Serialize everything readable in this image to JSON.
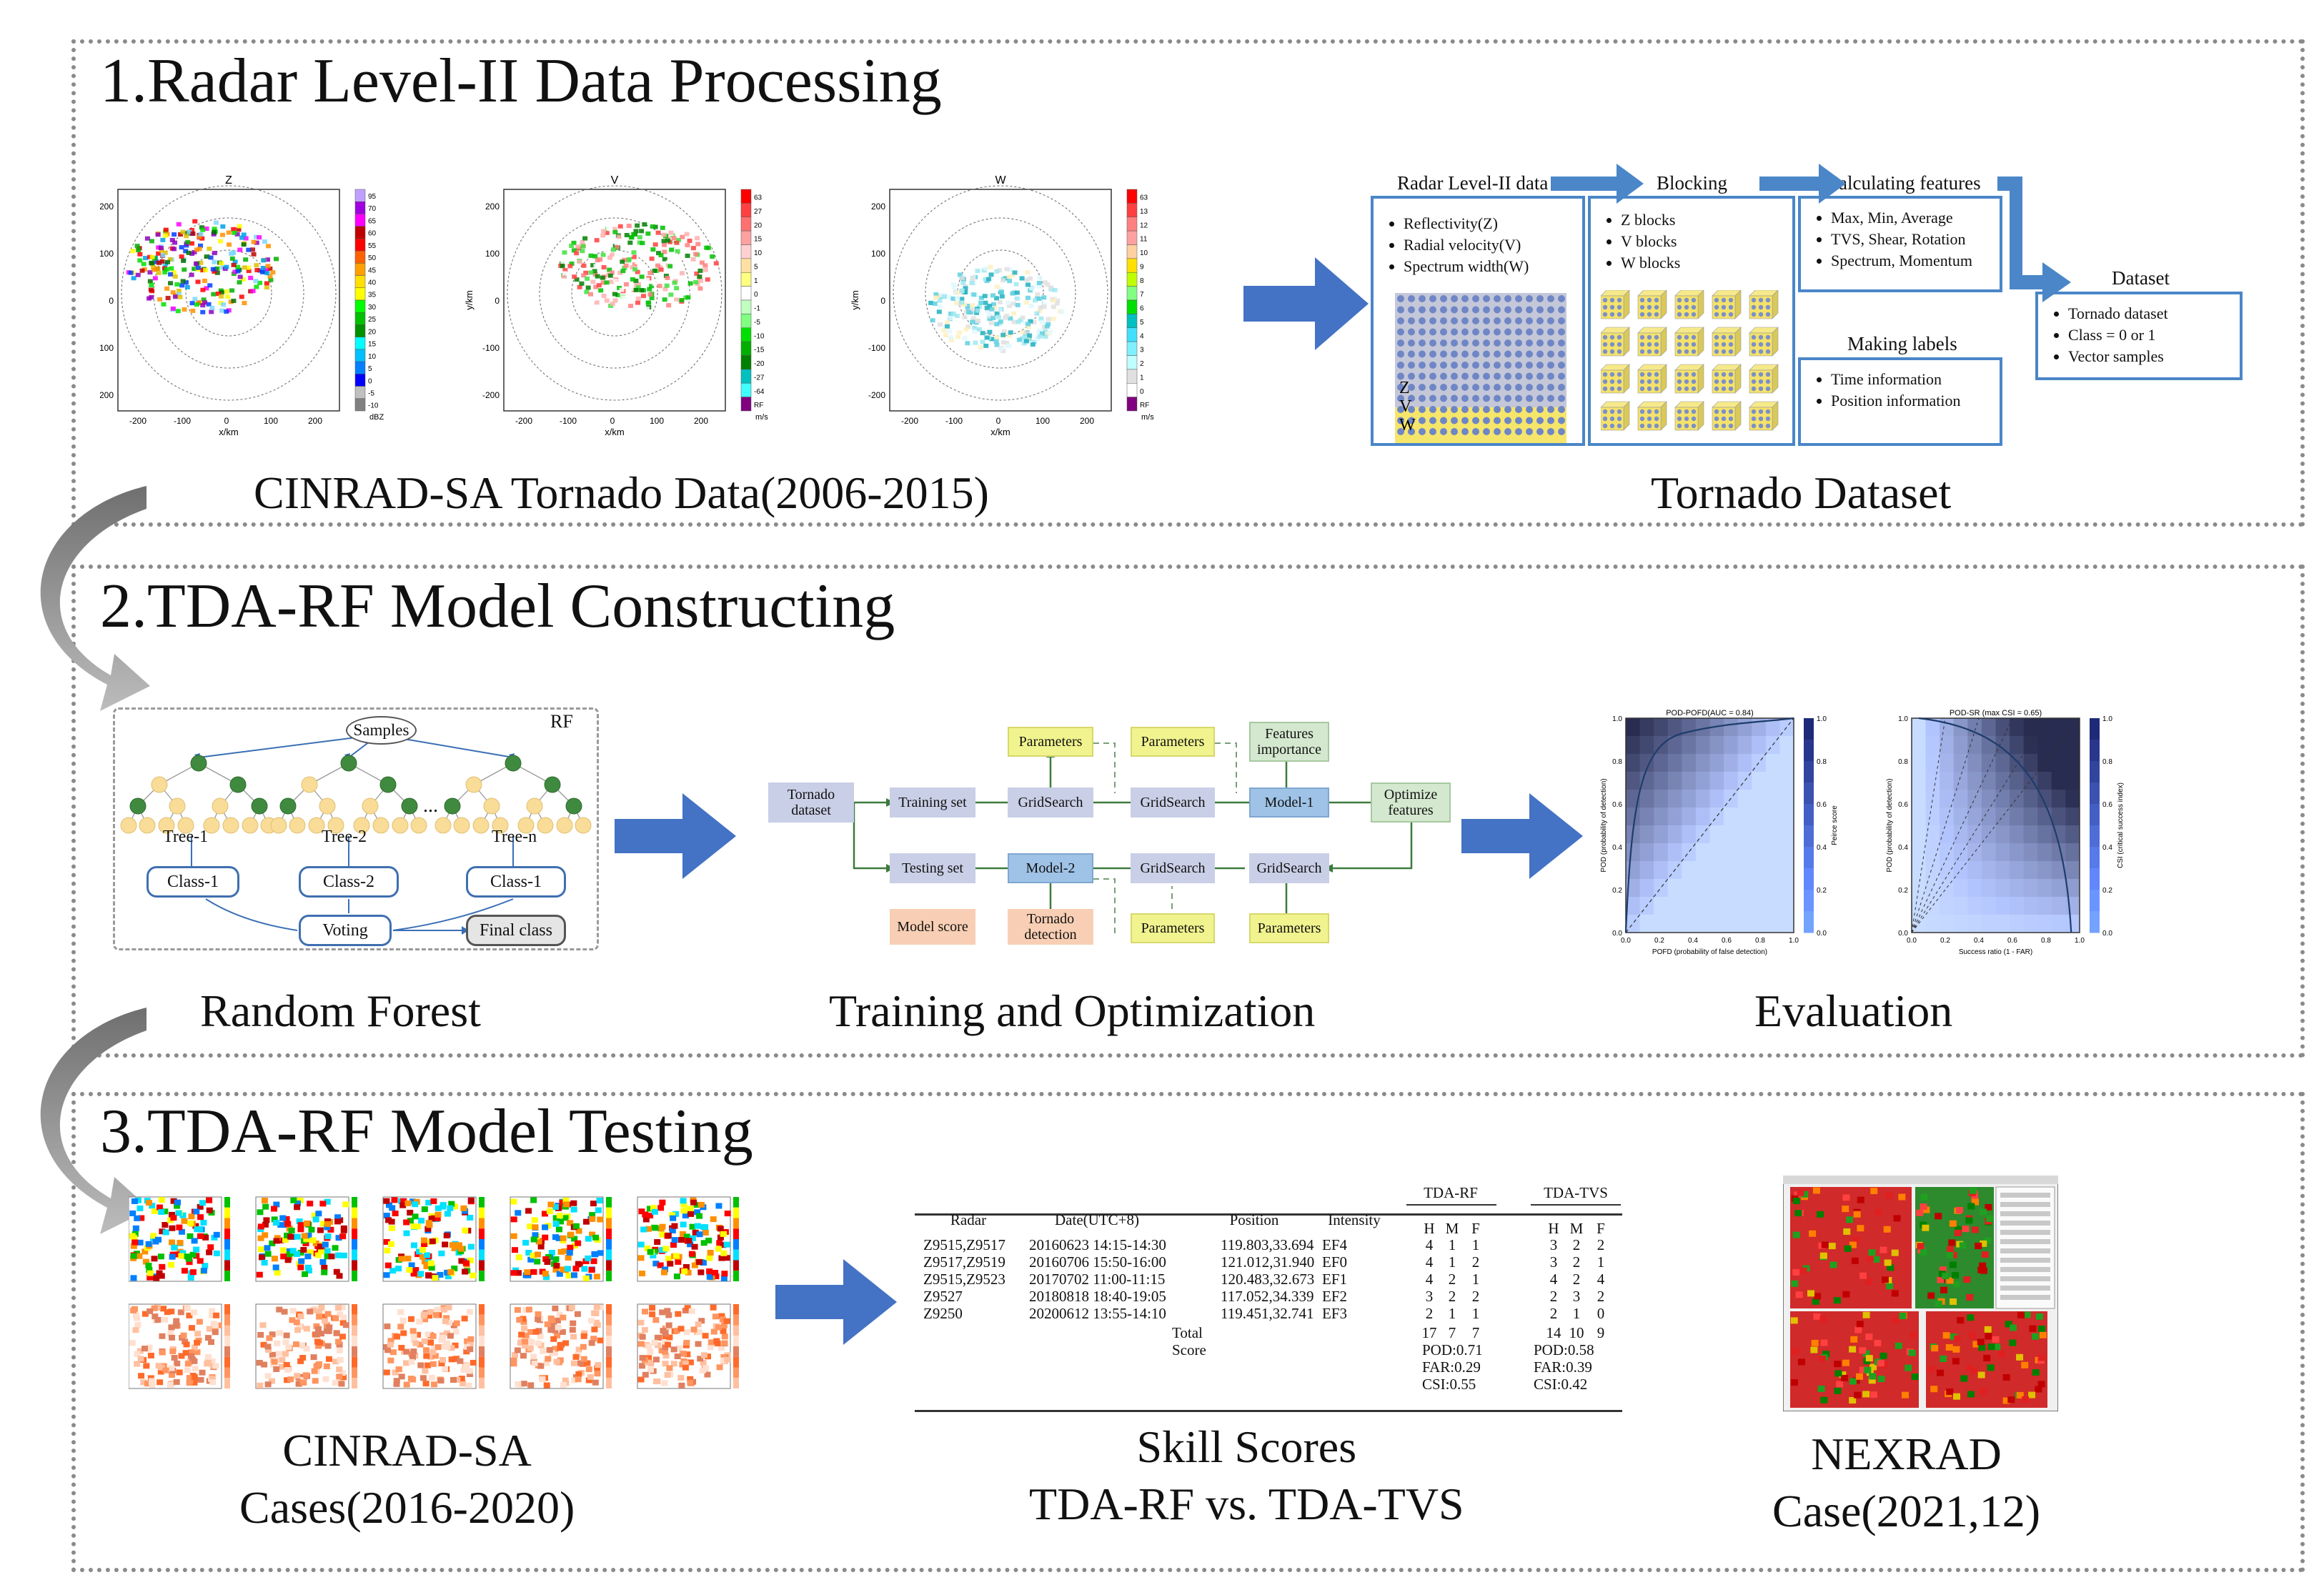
{
  "sections": [
    {
      "title": "1.Radar Level-II Data Processing"
    },
    {
      "title": "2.TDA-RF Model Constructing"
    },
    {
      "title": "3.TDA-RF Model Testing"
    }
  ],
  "s1": {
    "caption_left": "CINRAD-SA Tornado Data(2006-2015)",
    "caption_right": "Tornado Dataset",
    "radar_plots": [
      {
        "title": "Z",
        "unit": "dBZ",
        "colorbar": [
          "95",
          "70",
          "65",
          "60",
          "55",
          "50",
          "45",
          "40",
          "35",
          "30",
          "25",
          "20",
          "15",
          "10",
          "5",
          "0",
          "-5",
          "-10"
        ]
      },
      {
        "title": "V",
        "unit": "m/s",
        "colorbar": [
          "63",
          "27",
          "20",
          "15",
          "10",
          "5",
          "1",
          "0",
          "-1",
          "-5",
          "-10",
          "-15",
          "-20",
          "-27",
          "-64",
          "RF"
        ]
      },
      {
        "title": "W",
        "unit": "m/s",
        "colorbar": [
          "63",
          "13",
          "12",
          "11",
          "10",
          "9",
          "8",
          "7",
          "6",
          "5",
          "4",
          "3",
          "2",
          "1",
          "0",
          "RF"
        ]
      }
    ],
    "axis": {
      "xlabel": "x/km",
      "ylabel": "y/km",
      "ticks": [
        "-200",
        "-100",
        "0",
        "100",
        "200"
      ],
      "yticks": [
        "200",
        "100",
        "0",
        "-100",
        "-200"
      ]
    },
    "level2": {
      "title": "Radar Level-II data",
      "items": [
        "Reflectivity(Z)",
        "Radial velocity(V)",
        "Spectrum width(W)"
      ],
      "labels": [
        "Z",
        "V",
        "W"
      ]
    },
    "blocking": {
      "title": "Blocking",
      "items": [
        "Z blocks",
        "V blocks",
        "W blocks"
      ]
    },
    "features": {
      "title": "Calculating features",
      "items": [
        "Max, Min, Average",
        "TVS, Shear, Rotation",
        "Spectrum, Momentum"
      ]
    },
    "labels": {
      "title": "Making labels",
      "items": [
        "Time information",
        "Position information"
      ]
    },
    "dataset": {
      "title": "Dataset",
      "items": [
        "Tornado dataset",
        "Class = 0 or 1",
        "Vector samples"
      ]
    }
  },
  "s2": {
    "caption_rf": "Random Forest",
    "caption_train": "Training and Optimization",
    "caption_eval": "Evaluation",
    "rf": {
      "label": "RF",
      "samples": "Samples",
      "trees": [
        "Tree-1",
        "Tree-2",
        "Tree-n"
      ],
      "dots": "...",
      "classes": [
        "Class-1",
        "Class-2",
        "Class-1"
      ],
      "voting": "Voting",
      "final": "Final class"
    },
    "flow": {
      "tornado_dataset": "Tornado dataset",
      "training_set": "Training set",
      "testing_set": "Testing set",
      "gridsearch1": "GridSearch",
      "gridsearch2": "GridSearch",
      "gridsearch3": "GridSearch",
      "gridsearch4": "GridSearch",
      "parameters1": "Parameters",
      "parameters2": "Parameters",
      "parameters3": "Parameters",
      "parameters4": "Parameters",
      "features_importance": "Features importance",
      "model1": "Model-1",
      "model2": "Model-2",
      "optimize": "Optimize features",
      "model_score": "Model score",
      "tornado_detection": "Tornado detection"
    },
    "eval": [
      {
        "title": "POD-POFD(AUC = 0.84)",
        "xlabel": "POFD (probability of false detection)",
        "ylabel": "POD (probability of detection)",
        "cbar_label": "Peirce score",
        "ticks": [
          "0.0",
          "0.2",
          "0.4",
          "0.6",
          "0.8",
          "1.0"
        ],
        "cbar": [
          "1.0",
          "0.8",
          "0.6",
          "0.4",
          "0.2",
          "0.0"
        ]
      },
      {
        "title": "POD-SR (max CSI = 0.65)",
        "xlabel": "Success ratio (1 - FAR)",
        "ylabel": "POD (probability of detection)",
        "cbar_label": "CSI (critical success index)",
        "ticks": [
          "0.0",
          "0.2",
          "0.4",
          "0.6",
          "0.8",
          "1.0"
        ],
        "cbar": [
          "1.0",
          "0.8",
          "0.6",
          "0.4",
          "0.2",
          "0.0"
        ]
      }
    ]
  },
  "s3": {
    "caption_cinrad": [
      "CINRAD-SA",
      "Cases(2016-2020)"
    ],
    "caption_skill": [
      "Skill Scores",
      "TDA-RF vs. TDA-TVS"
    ],
    "caption_nexrad": [
      "NEXRAD",
      "Case(2021,12)"
    ],
    "table": {
      "group_rf": "TDA-RF",
      "group_tvs": "TDA-TVS",
      "headers": [
        "Radar",
        "Date(UTC+8)",
        "Position",
        "Intensity"
      ],
      "hmf": [
        "H",
        "M",
        "F"
      ],
      "rows": [
        {
          "radar": "Z9515,Z9517",
          "date": "20160623 14:15-14:30",
          "pos": "119.803,33.694",
          "int": "EF4",
          "rf": [
            "4",
            "1",
            "1"
          ],
          "tvs": [
            "3",
            "2",
            "2"
          ]
        },
        {
          "radar": "Z9517,Z9519",
          "date": "20160706 15:50-16:00",
          "pos": "121.012,31.940",
          "int": "EF0",
          "rf": [
            "4",
            "1",
            "2"
          ],
          "tvs": [
            "3",
            "2",
            "1"
          ]
        },
        {
          "radar": "Z9515,Z9523",
          "date": "20170702 11:00-11:15",
          "pos": "120.483,32.673",
          "int": "EF1",
          "rf": [
            "4",
            "2",
            "1"
          ],
          "tvs": [
            "4",
            "2",
            "4"
          ]
        },
        {
          "radar": "Z9527",
          "date": "20180818 18:40-19:05",
          "pos": "117.052,34.339",
          "int": "EF2",
          "rf": [
            "3",
            "2",
            "2"
          ],
          "tvs": [
            "2",
            "3",
            "2"
          ]
        },
        {
          "radar": "Z9250",
          "date": "20200612 13:55-14:10",
          "pos": "119.451,32.741",
          "int": "EF3",
          "rf": [
            "2",
            "1",
            "1"
          ],
          "tvs": [
            "2",
            "1",
            "0"
          ]
        }
      ],
      "total_label": "Total",
      "score_label": "Score",
      "total_rf": [
        "17",
        "7",
        "7"
      ],
      "total_tvs": [
        "14",
        "10",
        "9"
      ],
      "scores_rf": [
        "POD:0.71",
        "FAR:0.29",
        "CSI:0.55"
      ],
      "scores_tvs": [
        "POD:0.58",
        "FAR:0.39",
        "CSI:0.42"
      ]
    }
  },
  "colors": {
    "arrow": "#4472c4",
    "panel_border": "#4a86c8",
    "section_border": "#8a8a8a",
    "curved_arrow": "#8c8c8c"
  }
}
